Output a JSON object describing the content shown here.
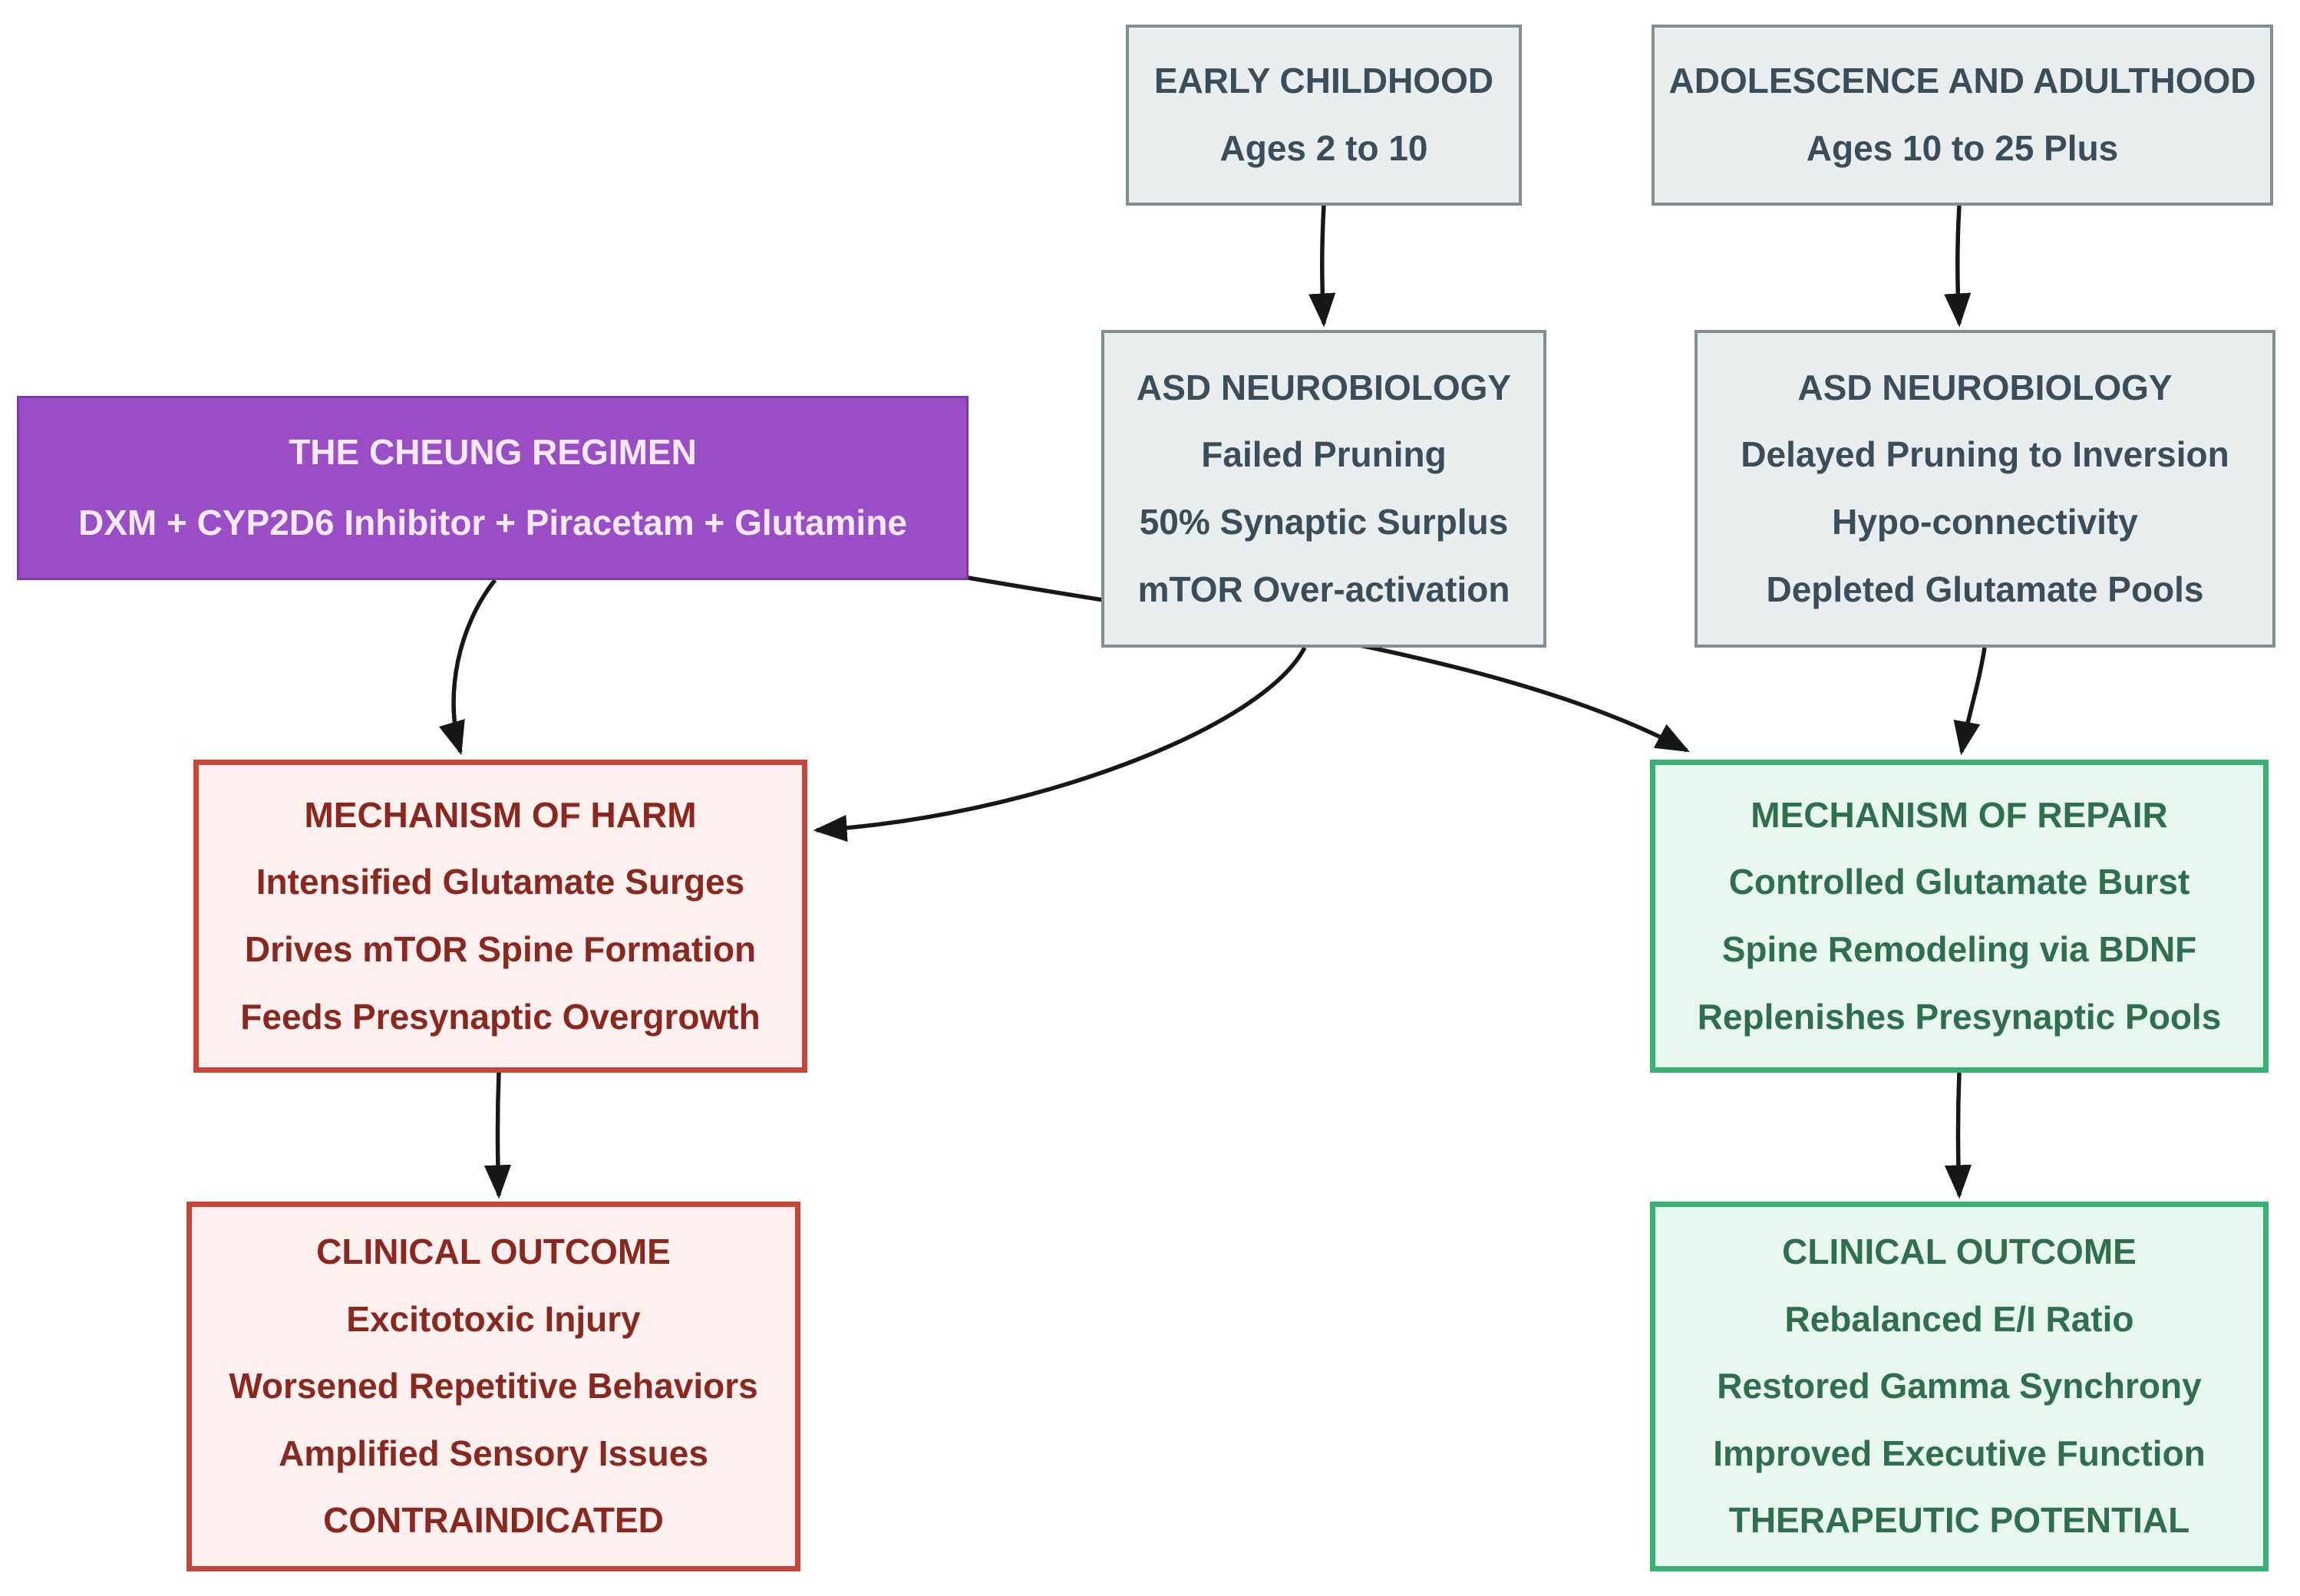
{
  "diagram": {
    "type": "flowchart",
    "background": "#ffffff",
    "colors": {
      "arrow": "#171717",
      "gray_fill": "#e9edee",
      "gray_border": "#838e90",
      "gray_text": "#3b4d58",
      "purple_fill": "#9a4ec6",
      "purple_border": "#7d3aa5",
      "purple_text": "#f6e9f7",
      "red_fill": "#fdf0ee",
      "red_border": "#c9453a",
      "red_text": "#8a281f",
      "green_fill": "#e7f6ee",
      "green_border": "#38b273",
      "green_text": "#2f6f4f"
    },
    "nodes": {
      "early": {
        "title": "EARLY CHILDHOOD",
        "lines": [
          "Ages 2 to 10"
        ]
      },
      "adolescence": {
        "title": "ADOLESCENCE AND ADULTHOOD",
        "lines": [
          "Ages 10 to 25 Plus"
        ]
      },
      "regimen": {
        "title": "THE CHEUNG REGIMEN",
        "lines": [
          "DXM + CYP2D6 Inhibitor + Piracetam + Glutamine"
        ]
      },
      "asd_child": {
        "title": "ASD NEUROBIOLOGY",
        "lines": [
          "Failed Pruning",
          "50% Synaptic Surplus",
          "mTOR Over-activation"
        ]
      },
      "asd_adult": {
        "title": "ASD NEUROBIOLOGY",
        "lines": [
          "Delayed Pruning to Inversion",
          "Hypo-connectivity",
          "Depleted Glutamate Pools"
        ]
      },
      "harm": {
        "title": "MECHANISM OF HARM",
        "lines": [
          "Intensified Glutamate Surges",
          "Drives mTOR Spine Formation",
          "Feeds Presynaptic Overgrowth"
        ]
      },
      "repair": {
        "title": "MECHANISM OF REPAIR",
        "lines": [
          "Controlled Glutamate Burst",
          "Spine Remodeling via BDNF",
          "Replenishes Presynaptic Pools"
        ]
      },
      "outcome_harm": {
        "title": "CLINICAL OUTCOME",
        "lines": [
          "Excitotoxic Injury",
          "Worsened Repetitive Behaviors",
          "Amplified Sensory Issues",
          "CONTRAINDICATED"
        ]
      },
      "outcome_repair": {
        "title": "CLINICAL OUTCOME",
        "lines": [
          "Rebalanced E/I Ratio",
          "Restored Gamma Synchrony",
          "Improved Executive Function",
          "THERAPEUTIC POTENTIAL"
        ]
      }
    },
    "edges": [
      {
        "from": "early",
        "to": "asd_child"
      },
      {
        "from": "adolescence",
        "to": "asd_adult"
      },
      {
        "from": "regimen",
        "to": "harm"
      },
      {
        "from": "regimen",
        "to": "repair"
      },
      {
        "from": "asd_child",
        "to": "harm"
      },
      {
        "from": "asd_adult",
        "to": "repair"
      },
      {
        "from": "harm",
        "to": "outcome_harm"
      },
      {
        "from": "repair",
        "to": "outcome_repair"
      }
    ]
  }
}
